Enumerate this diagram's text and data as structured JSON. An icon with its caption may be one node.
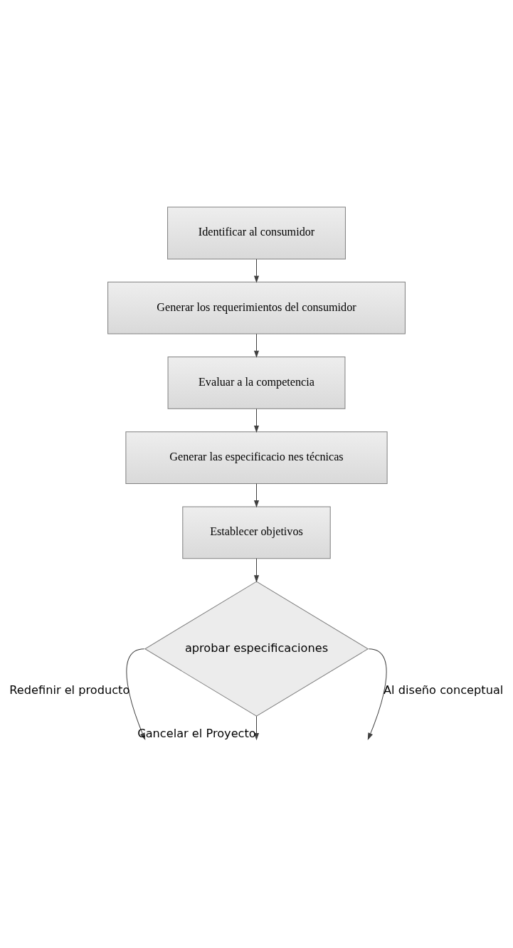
{
  "diagram": {
    "nodes": [
      {
        "text": [
          "Identificar al consumidor"
        ]
      },
      {
        "text": [
          "Generar los requerimientos del consumidor"
        ]
      },
      {
        "text": [
          "Evaluar a la competencia"
        ]
      },
      {
        "text": [
          "Generar las especificacio nes técnicas"
        ]
      },
      {
        "text": [
          "Establecer objetivos"
        ]
      },
      {
        "text": [
          "aprobar especificaciones"
        ]
      }
    ],
    "edges": [
      {
        "from": 0,
        "to": 1,
        "arrow": "to"
      },
      {
        "from": 1,
        "to": 2,
        "arrow": "to"
      },
      {
        "from": 2,
        "to": 3,
        "arrow": "to"
      },
      {
        "from": 3,
        "to": 4,
        "arrow": "to"
      },
      {
        "from": 4,
        "to": 5,
        "arrow": "to"
      },
      {
        "from": 5,
        "to": null,
        "arrow": "to",
        "label": "Redefinir el producto"
      },
      {
        "from": 5,
        "to": null,
        "arrow": "to",
        "label": "Al diseño conceptual"
      },
      {
        "from": 5,
        "to": null,
        "arrow": "to",
        "label": "Cancelar el Proyecto"
      }
    ]
  }
}
